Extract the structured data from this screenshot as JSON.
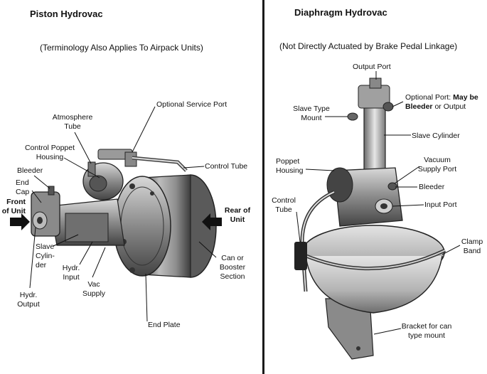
{
  "left": {
    "title": "Piston Hydrovac",
    "subtitle": "(Terminology Also Applies To Airpack Units)",
    "labels": {
      "optional_service_port": "Optional Service Port",
      "atmosphere_tube_1": "Atmosphere",
      "atmosphere_tube_2": "Tube",
      "control_poppet_1": "Control Poppet",
      "control_poppet_2": "Housing",
      "control_tube": "Control Tube",
      "bleeder": "Bleeder",
      "end_cap_1": "End",
      "end_cap_2": "Cap",
      "front_of_unit_1": "Front",
      "front_of_unit_2": "of Unit",
      "rear_of_unit_1": "Rear of",
      "rear_of_unit_2": "Unit",
      "slave_cylinder_1": "Slave",
      "slave_cylinder_2": "Cylin-",
      "slave_cylinder_3": "der",
      "hydr_input_1": "Hydr.",
      "hydr_input_2": "Input",
      "vac_supply_1": "Vac",
      "vac_supply_2": "Supply",
      "can_booster_1": "Can or",
      "can_booster_2": "Booster",
      "can_booster_3": "Section",
      "hydr_output_1": "Hydr.",
      "hydr_output_2": "Output",
      "end_plate": "End Plate"
    }
  },
  "right": {
    "title": "Diaphragm Hydrovac",
    "subtitle": "(Not Directly Actuated by Brake Pedal Linkage)",
    "labels": {
      "output_port": "Output Port",
      "optional_port_prefix": "Optional Port: ",
      "optional_port_bold_1": "May be",
      "optional_port_bold_2": "Bleeder",
      "optional_port_suffix": " or Output",
      "slave_type_mount_1": "Slave Type",
      "slave_type_mount_2": "Mount",
      "slave_cylinder": "Slave Cylinder",
      "poppet_housing_1": "Poppet",
      "poppet_housing_2": "Housing",
      "vacuum_supply_1": "Vacuum",
      "vacuum_supply_2": "Supply Port",
      "bleeder": "Bleeder",
      "control_tube_1": "Control",
      "control_tube_2": "Tube",
      "input_port": "Input Port",
      "clamp_band_1": "Clamp",
      "clamp_band_2": "Band",
      "bracket_1": "Bracket for can",
      "bracket_2": "type mount"
    }
  }
}
